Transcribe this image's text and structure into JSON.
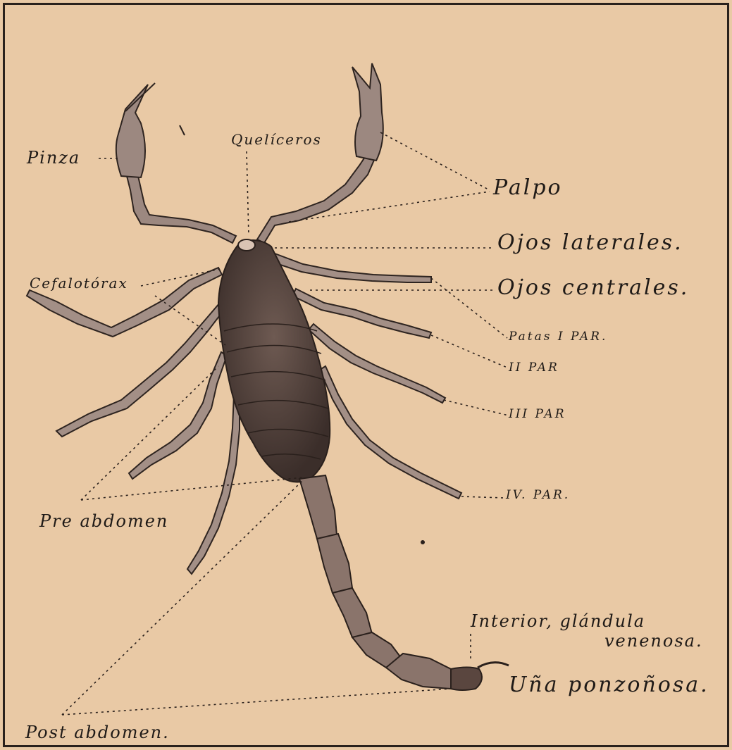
{
  "plate": {
    "labels": {
      "pinza": "Pinza",
      "queliceros": "Quelíceros",
      "palpo": "Palpo",
      "ojos_laterales": "Ojos laterales.",
      "ojos_centrales": "Ojos centrales.",
      "cefalotorax": "Cefalotórax",
      "patas_i": "Patas I PAR.",
      "par_ii": "II PAR",
      "par_iii": "III PAR",
      "par_iv": "IV. PAR.",
      "pre_abdomen": "Pre abdomen",
      "interior_1": "Interior, glándula",
      "interior_2": "venenosa.",
      "una": "Uña ponzoñosa.",
      "post_abdomen": "Post abdomen."
    },
    "colors": {
      "paper": "#e9c9a5",
      "ink": "#1f1a17",
      "body": "#4a3a34",
      "limb": "#a38f86"
    }
  }
}
